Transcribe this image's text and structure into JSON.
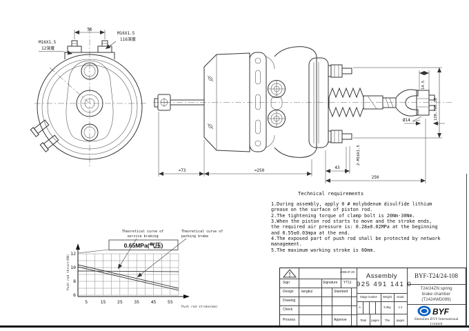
{
  "front_view": {
    "dim_top_spacing": "56",
    "left_bolt_label_line1": "M16X1.5",
    "left_bolt_label_line2": "12深度",
    "right_bolt_label_line1": "M16X1.5",
    "right_bolt_label_line2": "116深度"
  },
  "side_view": {
    "dim_pushrod": "≈73",
    "dim_body_length": "≈250",
    "dim_stud_length": "43",
    "dim_overall": "250",
    "dim_clevis_width": "14.5",
    "dim_rod_extension": "120.7±0.30",
    "dim_pin_dia": "Ø14",
    "stud_thread_label": "2-M16X1.5"
  },
  "technical_requirements": {
    "title": "Technical requirements",
    "lines": [
      "1.During assembly, apply 0 # molybdenum disulfide lithium",
      "grease on the surface of piston rod.",
      "2.The tightening torque of clamp bolt is 20Nm-30Nm.",
      "3.When the piston rod starts to move and the stroke ends,",
      "the required air pressure is: 0.28±0.02MPa at the beginning",
      "and 0.55±0.03mpa at the end.",
      "4.The exposed part of push rod shall be protected by network",
      "management.",
      "5.The maximum working stroke is 60mm."
    ]
  },
  "chart": {
    "pressure_label": "0.65MPa(气压)",
    "service_curve_label_line1": "Theoretical curve of",
    "service_curve_label_line2": "service braking",
    "parking_curve_label_line1": "Theoretical curve of",
    "parking_curve_label_line2": "parking brake",
    "xlabel": "Push rod stroke(mm)",
    "ylabel": "Push rod thrust(KN)"
  },
  "chart_data": {
    "type": "line",
    "title": "0.65MPa(气压)",
    "xlabel": "Push rod stroke(mm)",
    "ylabel": "Push rod thrust(KN)",
    "xlim": [
      0,
      60
    ],
    "ylim": [
      6,
      12
    ],
    "x_ticks": [
      5,
      15,
      25,
      35,
      45,
      55
    ],
    "y_ticks": [
      12,
      10,
      8,
      6
    ],
    "grid": true,
    "legend_position": "annotations",
    "series": [
      {
        "name": "Theoretical curve of service braking",
        "x": [
          0,
          60
        ],
        "y": [
          9.5,
          9.4
        ]
      },
      {
        "name": "Theoretical curve of parking brake (upper)",
        "x": [
          0,
          60
        ],
        "y": [
          10.4,
          7.0
        ]
      },
      {
        "name": "Theoretical curve of parking brake (lower)",
        "x": [
          0,
          60
        ],
        "y": [
          10.1,
          6.7
        ]
      }
    ]
  },
  "title_block": {
    "assembly_label": "Assembly",
    "assembly_number": "925 491 141 0",
    "drawing_number": "BYF-T24/24-108",
    "product_name_line1": "T24/24ZN spring",
    "product_name_line2": "brake chamber",
    "product_name_line3": "(T2424WD099)",
    "company_logo_text": "BYF",
    "company_name_line1": "Shenzhen BYF International",
    "company_name_line2": "Limited",
    "date": "2009.07.20",
    "sign_label": "Sign",
    "signature_label": "Signature",
    "signature_value": "YT11",
    "design_label": "Design",
    "designer_name": "tangkui",
    "drawing_label": "Drawing",
    "check_label": "Check",
    "process_label": "Process",
    "standard_label": "Standard",
    "approve_label": "Approve",
    "stage_marker_label": "Stage marker",
    "weight_label": "Weight",
    "scale_label": "Scale",
    "stage_value": "A",
    "weight_value": "9.3kg",
    "scale_value": "1:1",
    "total_label": "Total",
    "pages_label1": "pages",
    "the_label": "The",
    "pages_label2": "pages"
  }
}
